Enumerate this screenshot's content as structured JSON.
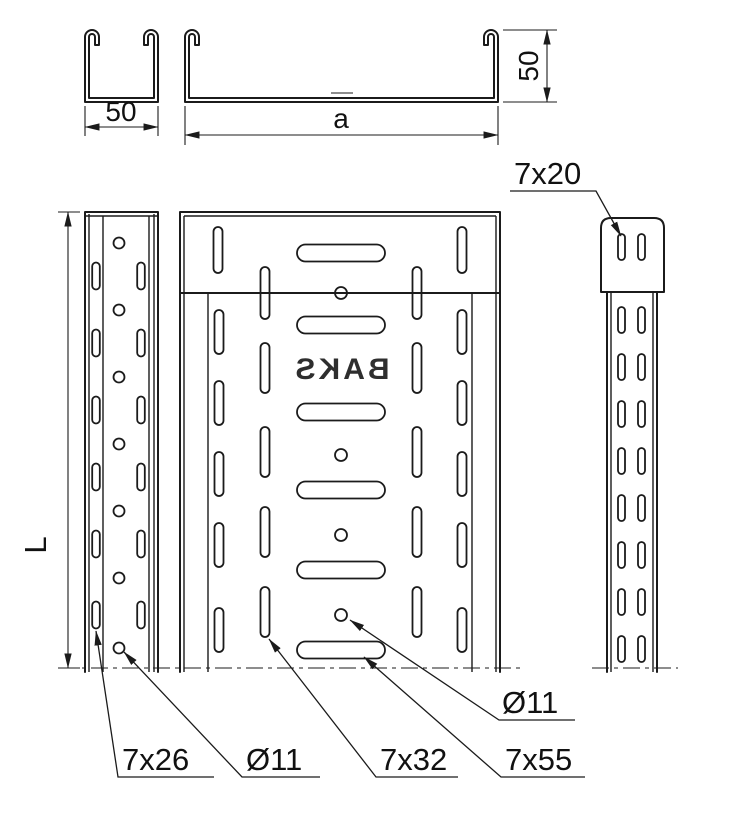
{
  "drawing": {
    "brand_stamp": "BAKS",
    "dimensions": {
      "profile_width": "50",
      "tray_width": "a",
      "tray_height": "50",
      "tray_length": "L"
    },
    "callouts": {
      "bracket_slot": "7x20",
      "side_slot": "7x26",
      "side_hole": "Ø11",
      "bottom_slot_short": "7x32",
      "bottom_slot_long": "7x55",
      "bottom_hole": "Ø11"
    }
  }
}
